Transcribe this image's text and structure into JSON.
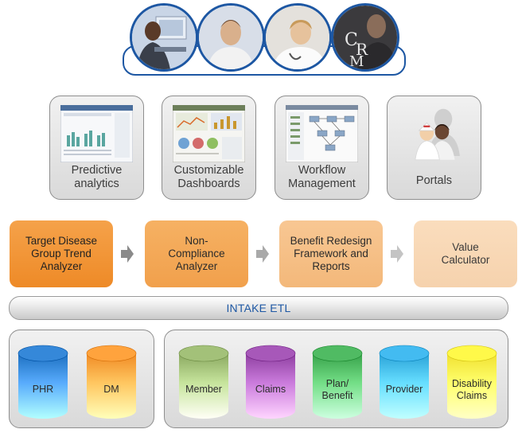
{
  "tools": [
    {
      "label": "Predictive\nanalytics"
    },
    {
      "label": "Customizable\nDashboards"
    },
    {
      "label": "Workflow\nManagement"
    },
    {
      "label": "Portals"
    }
  ],
  "processes": [
    {
      "label": "Target Disease\nGroup Trend\nAnalyzer"
    },
    {
      "label": "Non-\nCompliance\nAnalyzer"
    },
    {
      "label": "Benefit Redesign\nFramework and\nReports"
    },
    {
      "label": "Value\nCalculator"
    }
  ],
  "etl": {
    "label": "INTAKE ETL"
  },
  "databases": [
    {
      "label": "PHR",
      "color": "#1c6fc0"
    },
    {
      "label": "DM",
      "color": "#f08a24"
    },
    {
      "label": "Member",
      "color": "#8aa860"
    },
    {
      "label": "Claims",
      "color": "#8e3fa0"
    },
    {
      "label": "Plan/\nBenefit",
      "color": "#37a24a"
    },
    {
      "label": "Provider",
      "color": "#2aa2d8"
    },
    {
      "label": "Disability\nClaims",
      "color": "#f0e030"
    }
  ],
  "people": [
    {
      "icon": "person-at-computer-icon"
    },
    {
      "icon": "person-portrait-icon"
    },
    {
      "icon": "doctor-icon"
    },
    {
      "icon": "crm-logo-icon"
    }
  ]
}
